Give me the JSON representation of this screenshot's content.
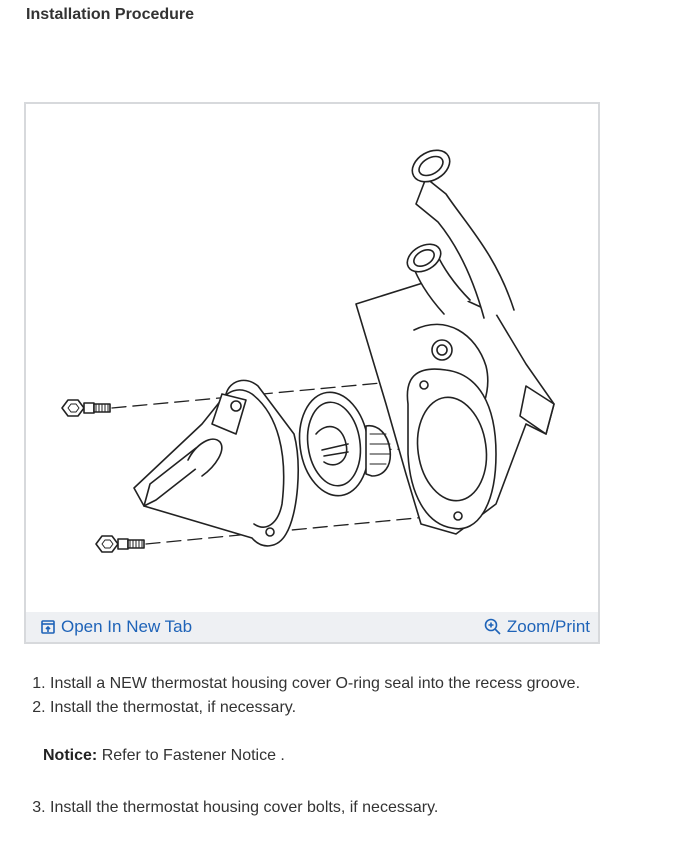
{
  "heading": "Installation Procedure",
  "figure": {
    "open_tab_label": "Open In New Tab",
    "zoom_label": "Zoom/Print",
    "link_color": "#1e63b8"
  },
  "steps": [
    "Install a NEW thermostat housing cover O-ring seal into the recess groove.",
    "Install the thermostat, if necessary."
  ],
  "notice": {
    "label": "Notice:",
    "text": "Refer to Fastener Notice ."
  },
  "steps_after": [
    "Install the thermostat housing cover bolts, if necessary."
  ]
}
